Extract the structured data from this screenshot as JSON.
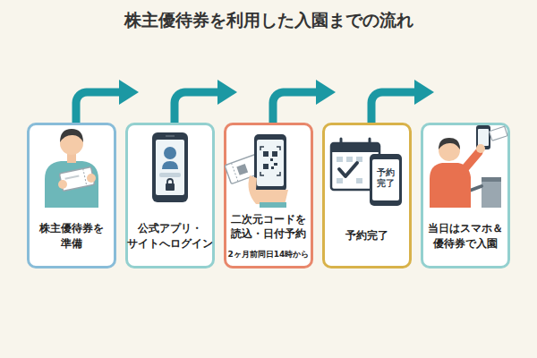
{
  "diagram": {
    "title": "株主優待券を利用した入園までの流れ",
    "nodes": [
      {
        "text": [
          "株主優待券を 準備"
        ]
      },
      {
        "text": [
          "公式アプリ・ サイトへログイン"
        ]
      },
      {
        "text": [
          "二次元コードを 読込・日付予約",
          "2ヶ月前同日14時から"
        ]
      },
      {
        "text": [
          "予約完了"
        ]
      },
      {
        "text": [
          "当日はスマホ＆ 優待券で入園"
        ]
      }
    ],
    "edges": [
      {
        "from": 0,
        "to": 1,
        "arrow": "to"
      },
      {
        "from": 1,
        "to": 2,
        "arrow": "to"
      },
      {
        "from": 2,
        "to": 3,
        "arrow": "to"
      },
      {
        "from": 3,
        "to": 4,
        "arrow": "to"
      }
    ],
    "labels": [
      "予約 完了"
    ]
  }
}
